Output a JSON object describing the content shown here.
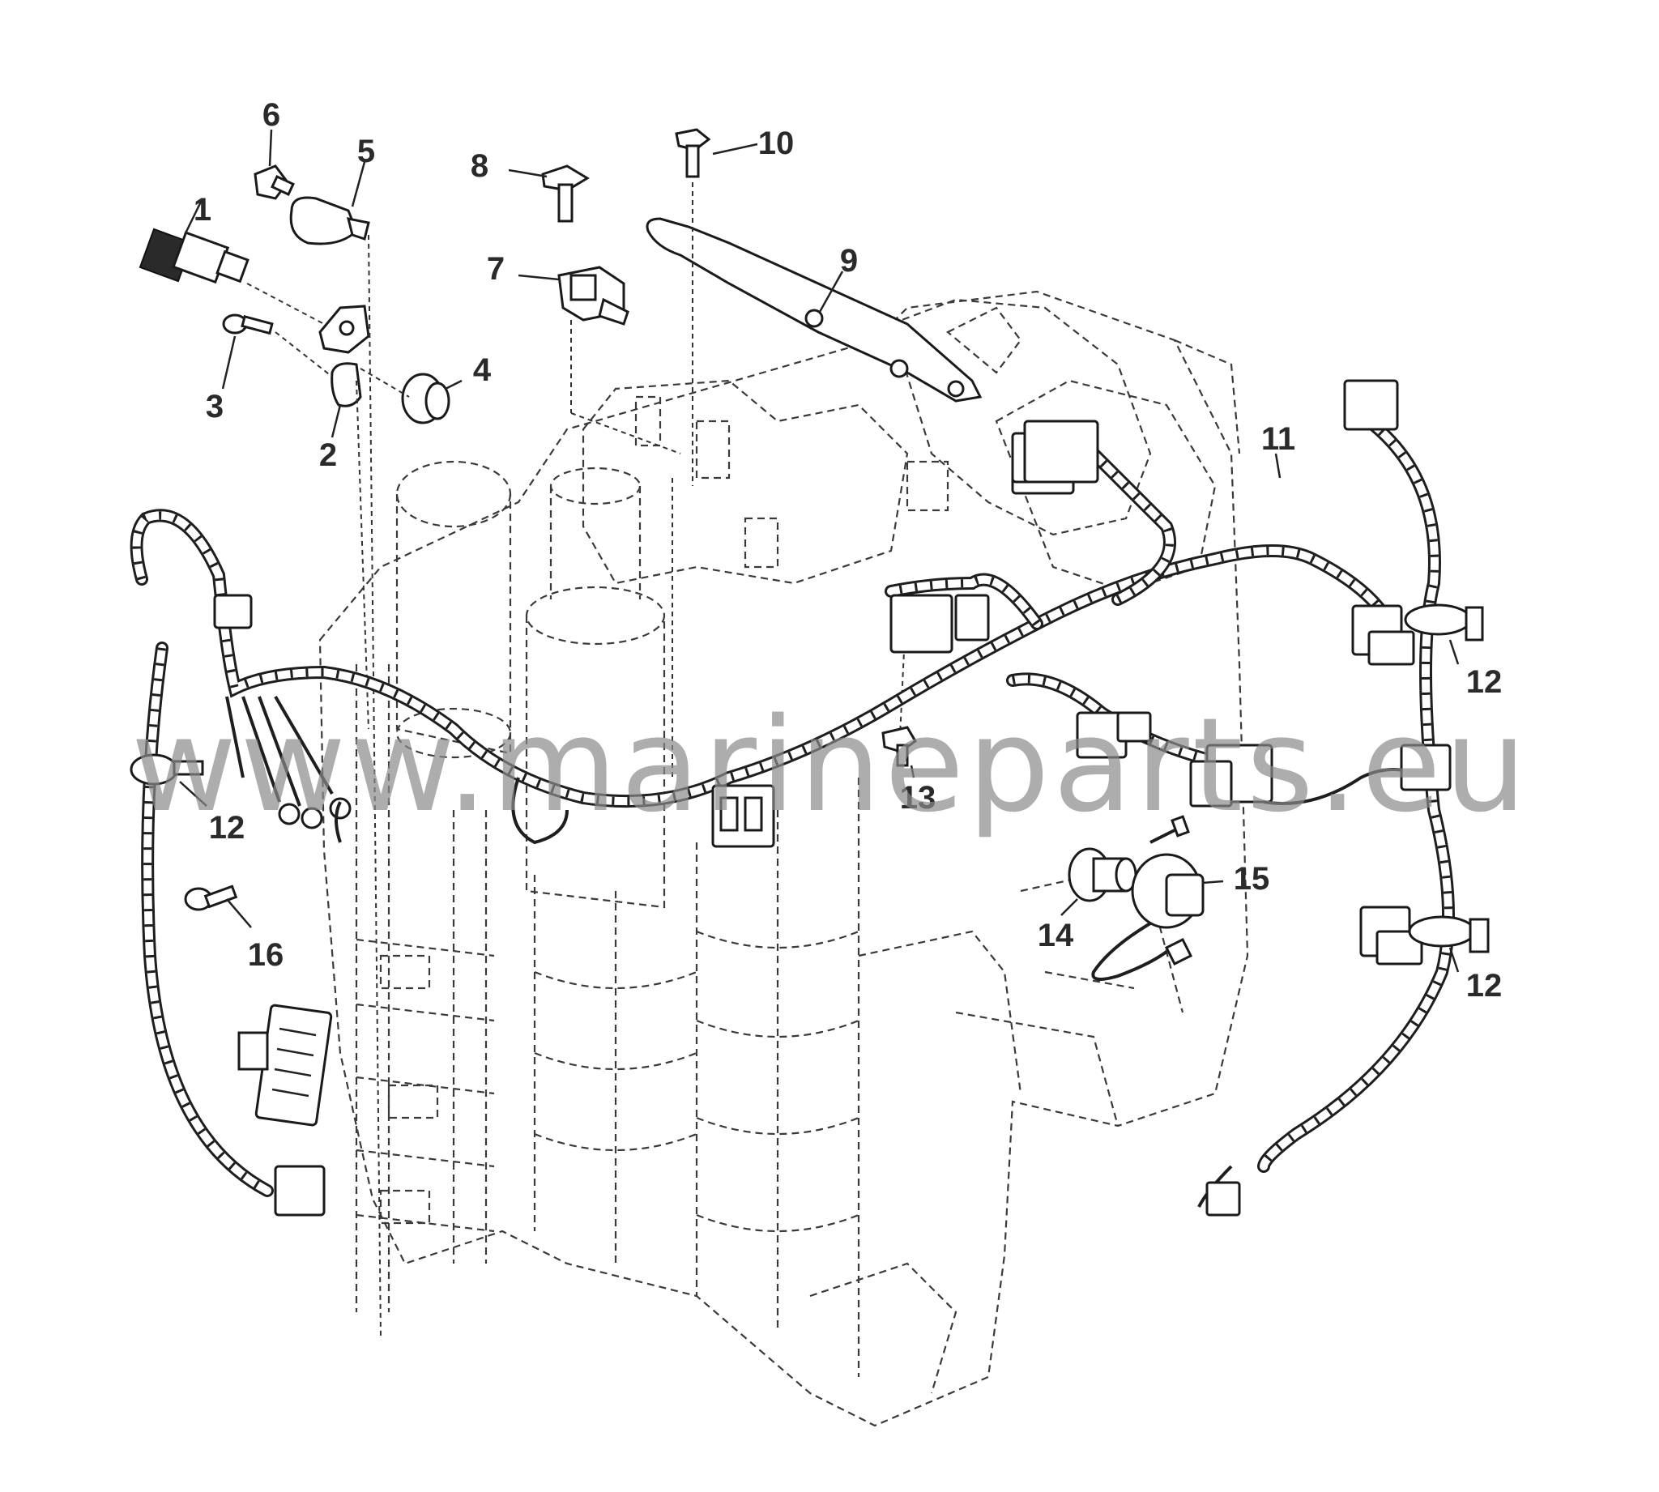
{
  "watermark": "www.marineparts.eu",
  "callouts": [
    "1",
    "2",
    "3",
    "4",
    "5",
    "6",
    "7",
    "8",
    "9",
    "10",
    "11",
    "12",
    "13",
    "14",
    "15",
    "16"
  ],
  "colors": {
    "ink": "#1e1e1e",
    "label": "#2a2a2a",
    "watermark": "#8a8a8a",
    "background": "#ffffff"
  }
}
